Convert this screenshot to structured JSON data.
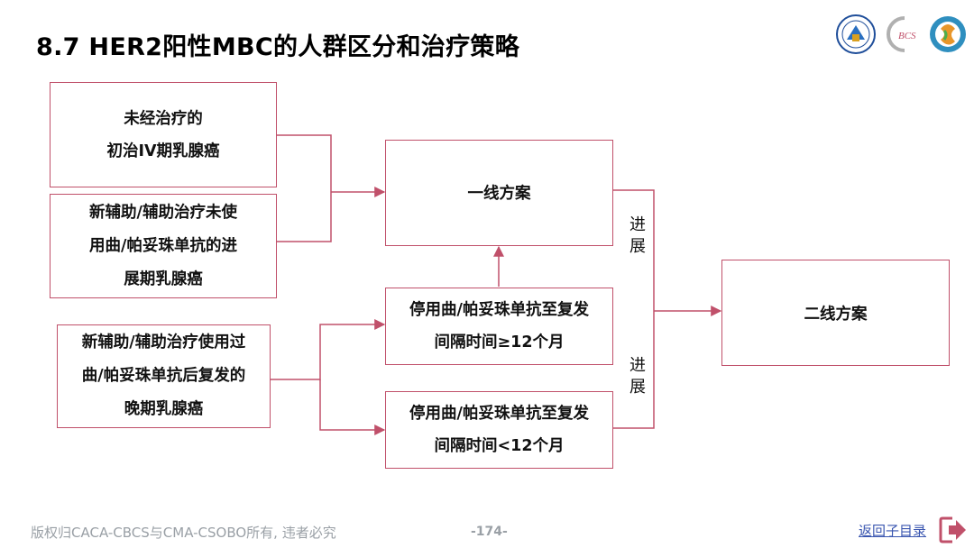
{
  "slide": {
    "title": "8.7 HER2阳性MBC的人群区分和治疗策略",
    "footer": "版权归CACA-CBCS与CMA-CSOBO所有, 违者必究",
    "page_number": "-174-",
    "back_link": "返回子目录"
  },
  "logos": {
    "bcs_text": "BCS"
  },
  "boxes": {
    "untreated": [
      "未经治疗的",
      "初治IV期乳腺癌"
    ],
    "neo_not_used": [
      "新辅助/辅助治疗未使",
      "用曲/帕妥珠单抗的进",
      "展期乳腺癌"
    ],
    "neo_used": [
      "新辅助/辅助治疗使用过",
      "曲/帕妥珠单抗后复发的",
      "晚期乳腺癌"
    ],
    "first_line": [
      "一线方案"
    ],
    "interval_ge12": [
      "停用曲/帕妥珠单抗至复发",
      "间隔时间≥12个月"
    ],
    "interval_lt12": [
      "停用曲/帕妥珠单抗至复发",
      "间隔时间<12个月"
    ],
    "second_line": [
      "二线方案"
    ]
  },
  "labels": {
    "progress_top": [
      "进",
      "展"
    ],
    "progress_bottom": [
      "进",
      "展"
    ]
  },
  "colors": {
    "accent": "#c0506a",
    "link": "#3a56b0",
    "footer": "#9aa0a6"
  }
}
